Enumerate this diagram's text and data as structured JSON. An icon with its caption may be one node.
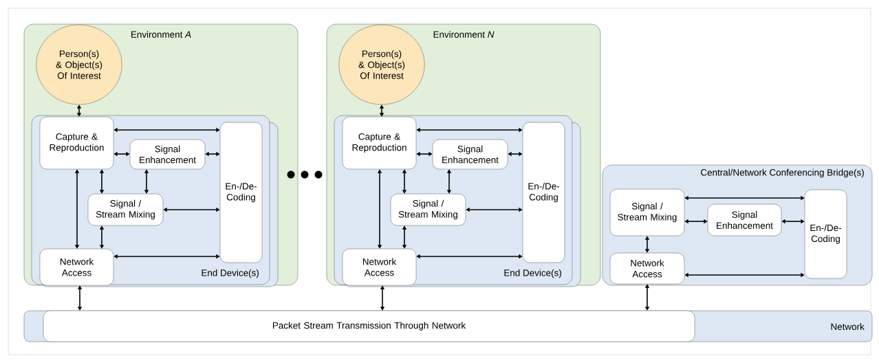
{
  "diagram": {
    "nodes": [
      {
        "text": [
          "Environment *A*"
        ]
      },
      {
        "text": [
          "Person(s) & Object(s) Of Interest"
        ],
        "in": 0
      },
      {
        "text": [
          "End Device(s)"
        ],
        "in": 0
      },
      {
        "text": [
          "Capture & Reproduction"
        ],
        "in": 2
      },
      {
        "text": [
          "Signal Enhancement"
        ],
        "in": 2
      },
      {
        "text": [
          "En-/De-Coding"
        ],
        "in": 2
      },
      {
        "text": [
          "Signal / Stream Mixing"
        ],
        "in": 2
      },
      {
        "text": [
          "Network Access"
        ],
        "in": 2
      },
      {
        "text": [
          "Environment *N*"
        ]
      },
      {
        "text": [
          "Person(s) & Object(s) Of Interest"
        ],
        "in": 8
      },
      {
        "text": [
          "End Device(s)"
        ],
        "in": 8
      },
      {
        "text": [
          "Capture & Reproduction"
        ],
        "in": 10
      },
      {
        "text": [
          "Signal Enhancement"
        ],
        "in": 10
      },
      {
        "text": [
          "En-/De-Coding"
        ],
        "in": 10
      },
      {
        "text": [
          "Signal / Stream Mixing"
        ],
        "in": 10
      },
      {
        "text": [
          "Network Access"
        ],
        "in": 10
      },
      {
        "text": [
          "Central/Network Conferencing Bridge(s)"
        ]
      },
      {
        "text": [
          "Signal / Stream Mixing"
        ],
        "in": 16
      },
      {
        "text": [
          "Signal Enhancement"
        ],
        "in": 16
      },
      {
        "text": [
          "En-/De-Coding"
        ],
        "in": 16
      },
      {
        "text": [
          "Network Access"
        ],
        "in": 16
      },
      {
        "text": [
          "Network"
        ]
      },
      {
        "text": [
          "Packet Stream Transmission Through Network"
        ],
        "in": 21
      }
    ],
    "edges": [
      {
        "from": 1,
        "to": 3,
        "arrow": "both"
      },
      {
        "from": 3,
        "to": 5,
        "arrow": "both"
      },
      {
        "from": 3,
        "to": 4,
        "arrow": "both"
      },
      {
        "from": 4,
        "to": 5,
        "arrow": "both"
      },
      {
        "from": 3,
        "to": 6,
        "arrow": "both"
      },
      {
        "from": 4,
        "to": 6,
        "arrow": "both"
      },
      {
        "from": 6,
        "to": 5,
        "arrow": "both"
      },
      {
        "from": 3,
        "to": 7,
        "arrow": "both"
      },
      {
        "from": 6,
        "to": 7,
        "arrow": "both"
      },
      {
        "from": 7,
        "to": 5,
        "arrow": "both"
      },
      {
        "from": 7,
        "to": 22,
        "arrow": "both"
      },
      {
        "from": 9,
        "to": 11,
        "arrow": "both"
      },
      {
        "from": 11,
        "to": 13,
        "arrow": "both"
      },
      {
        "from": 11,
        "to": 12,
        "arrow": "both"
      },
      {
        "from": 12,
        "to": 13,
        "arrow": "both"
      },
      {
        "from": 11,
        "to": 14,
        "arrow": "both"
      },
      {
        "from": 12,
        "to": 14,
        "arrow": "both"
      },
      {
        "from": 14,
        "to": 13,
        "arrow": "both"
      },
      {
        "from": 11,
        "to": 15,
        "arrow": "both"
      },
      {
        "from": 14,
        "to": 15,
        "arrow": "both"
      },
      {
        "from": 15,
        "to": 13,
        "arrow": "both"
      },
      {
        "from": 15,
        "to": 22,
        "arrow": "both"
      },
      {
        "from": 17,
        "to": 19,
        "arrow": "both"
      },
      {
        "from": 17,
        "to": 18,
        "arrow": "both"
      },
      {
        "from": 18,
        "to": 19,
        "arrow": "both"
      },
      {
        "from": 17,
        "to": 20,
        "arrow": "both"
      },
      {
        "from": 20,
        "to": 19,
        "arrow": "both"
      },
      {
        "from": 20,
        "to": 22,
        "arrow": "both"
      }
    ]
  }
}
